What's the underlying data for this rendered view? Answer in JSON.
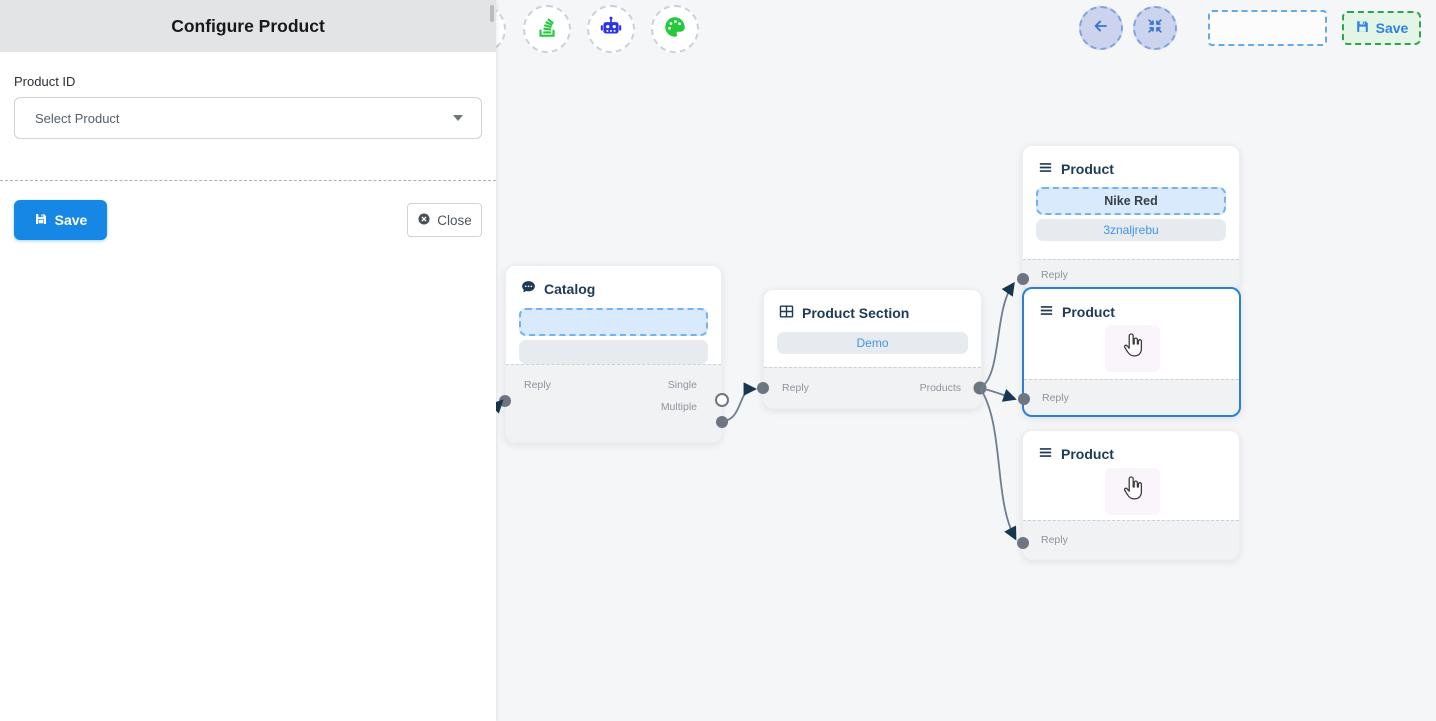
{
  "panel": {
    "title": "Configure Product",
    "field_label": "Product ID",
    "select_value": "Select Product",
    "save_label": "Save",
    "close_label": "Close"
  },
  "toolbar": {
    "icons": [
      "stack-icon",
      "robot-icon",
      "palette-icon"
    ]
  },
  "topbar": {
    "save_label": "Save",
    "icons": [
      "back-arrow-icon",
      "compress-icon"
    ]
  },
  "colors": {
    "accent_blue": "#1787e6",
    "selection_blue": "#2b7fd9",
    "success_green": "#2da44e",
    "edge_gray": "#6e7d8f",
    "node_title": "#1d3a56"
  },
  "nodes": {
    "catalog": {
      "title": "Catalog",
      "input_label": "Reply",
      "output_single": "Single",
      "output_multiple": "Multiple"
    },
    "product_section": {
      "title": "Product Section",
      "chip": "Demo",
      "input_label": "Reply",
      "output_label": "Products"
    },
    "product_top": {
      "title": "Product",
      "chip_primary": "Nike Red",
      "chip_secondary": "3znaljrebu",
      "input_label": "Reply"
    },
    "product_middle": {
      "title": "Product",
      "input_label": "Reply"
    },
    "product_bottom": {
      "title": "Product",
      "input_label": "Reply"
    }
  }
}
